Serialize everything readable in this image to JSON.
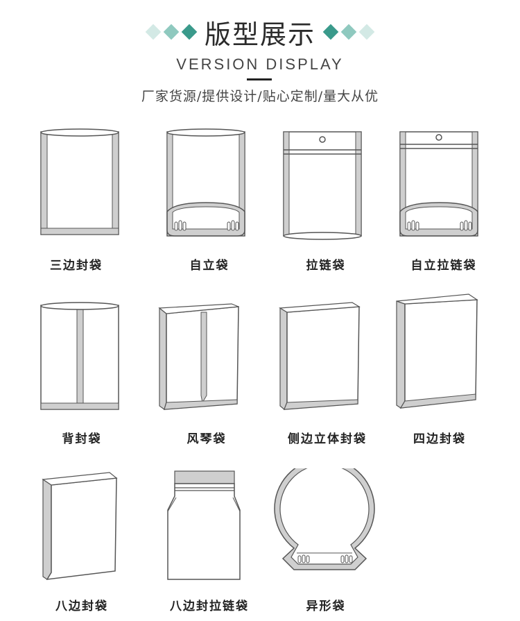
{
  "header": {
    "title": "版型展示",
    "subtitle": "VERSION DISPLAY",
    "slogan": "厂家货源/提供设计/贴心定制/量大从优",
    "diamond_colors": [
      "#cde6e2",
      "#8cc9bf",
      "#3a9a8b"
    ]
  },
  "bags": [
    {
      "label": "三边封袋"
    },
    {
      "label": "自立袋"
    },
    {
      "label": "拉链袋"
    },
    {
      "label": "自立拉链袋"
    },
    {
      "label": "背封袋"
    },
    {
      "label": "风琴袋"
    },
    {
      "label": "侧边立体封袋"
    },
    {
      "label": "四边封袋"
    },
    {
      "label": "八边封袋"
    },
    {
      "label": "八边封拉链袋"
    },
    {
      "label": "异形袋"
    }
  ]
}
